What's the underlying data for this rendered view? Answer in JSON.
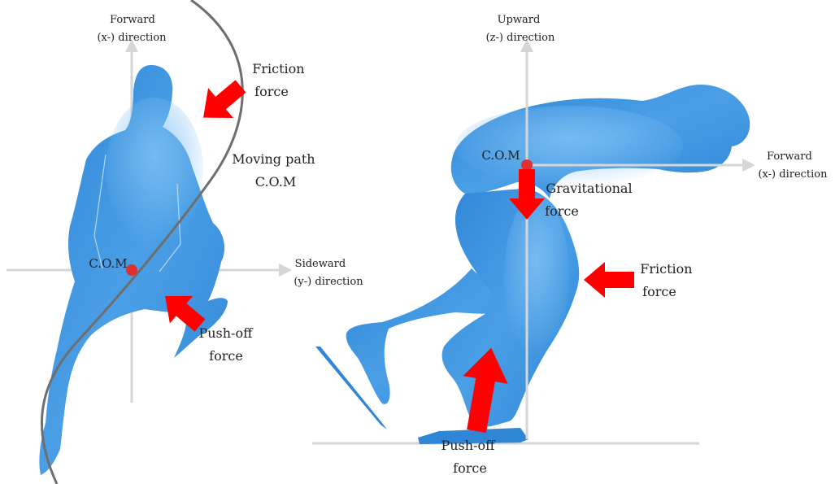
{
  "colors": {
    "skater_dark": "#2f86d6",
    "skater_light": "#6cb6f0",
    "axis": "#d6d6d6",
    "arrow": "#ff0000",
    "com_dot": "#e03030",
    "path": "#6e6e6e",
    "text": "#222222"
  },
  "front_view": {
    "forward_axis_label": [
      "Forward",
      "(x-) direction"
    ],
    "sideward_axis_label": [
      "Sideward",
      "(y-) direction"
    ],
    "friction_label": [
      "Friction",
      "force"
    ],
    "moving_path_label": [
      "Moving path",
      "C.O.M"
    ],
    "com_label": "C.O.M",
    "pushoff_label": [
      "Push-off",
      "force"
    ]
  },
  "side_view": {
    "upward_axis_label": [
      "Upward",
      "(z-) direction"
    ],
    "forward_axis_label": [
      "Forward",
      "(x-) direction"
    ],
    "com_label": "C.O.M",
    "gravitational_label": [
      "Gravitational",
      "force"
    ],
    "friction_label": [
      "Friction",
      "force"
    ],
    "pushoff_label": [
      "Push-off",
      "force"
    ]
  }
}
